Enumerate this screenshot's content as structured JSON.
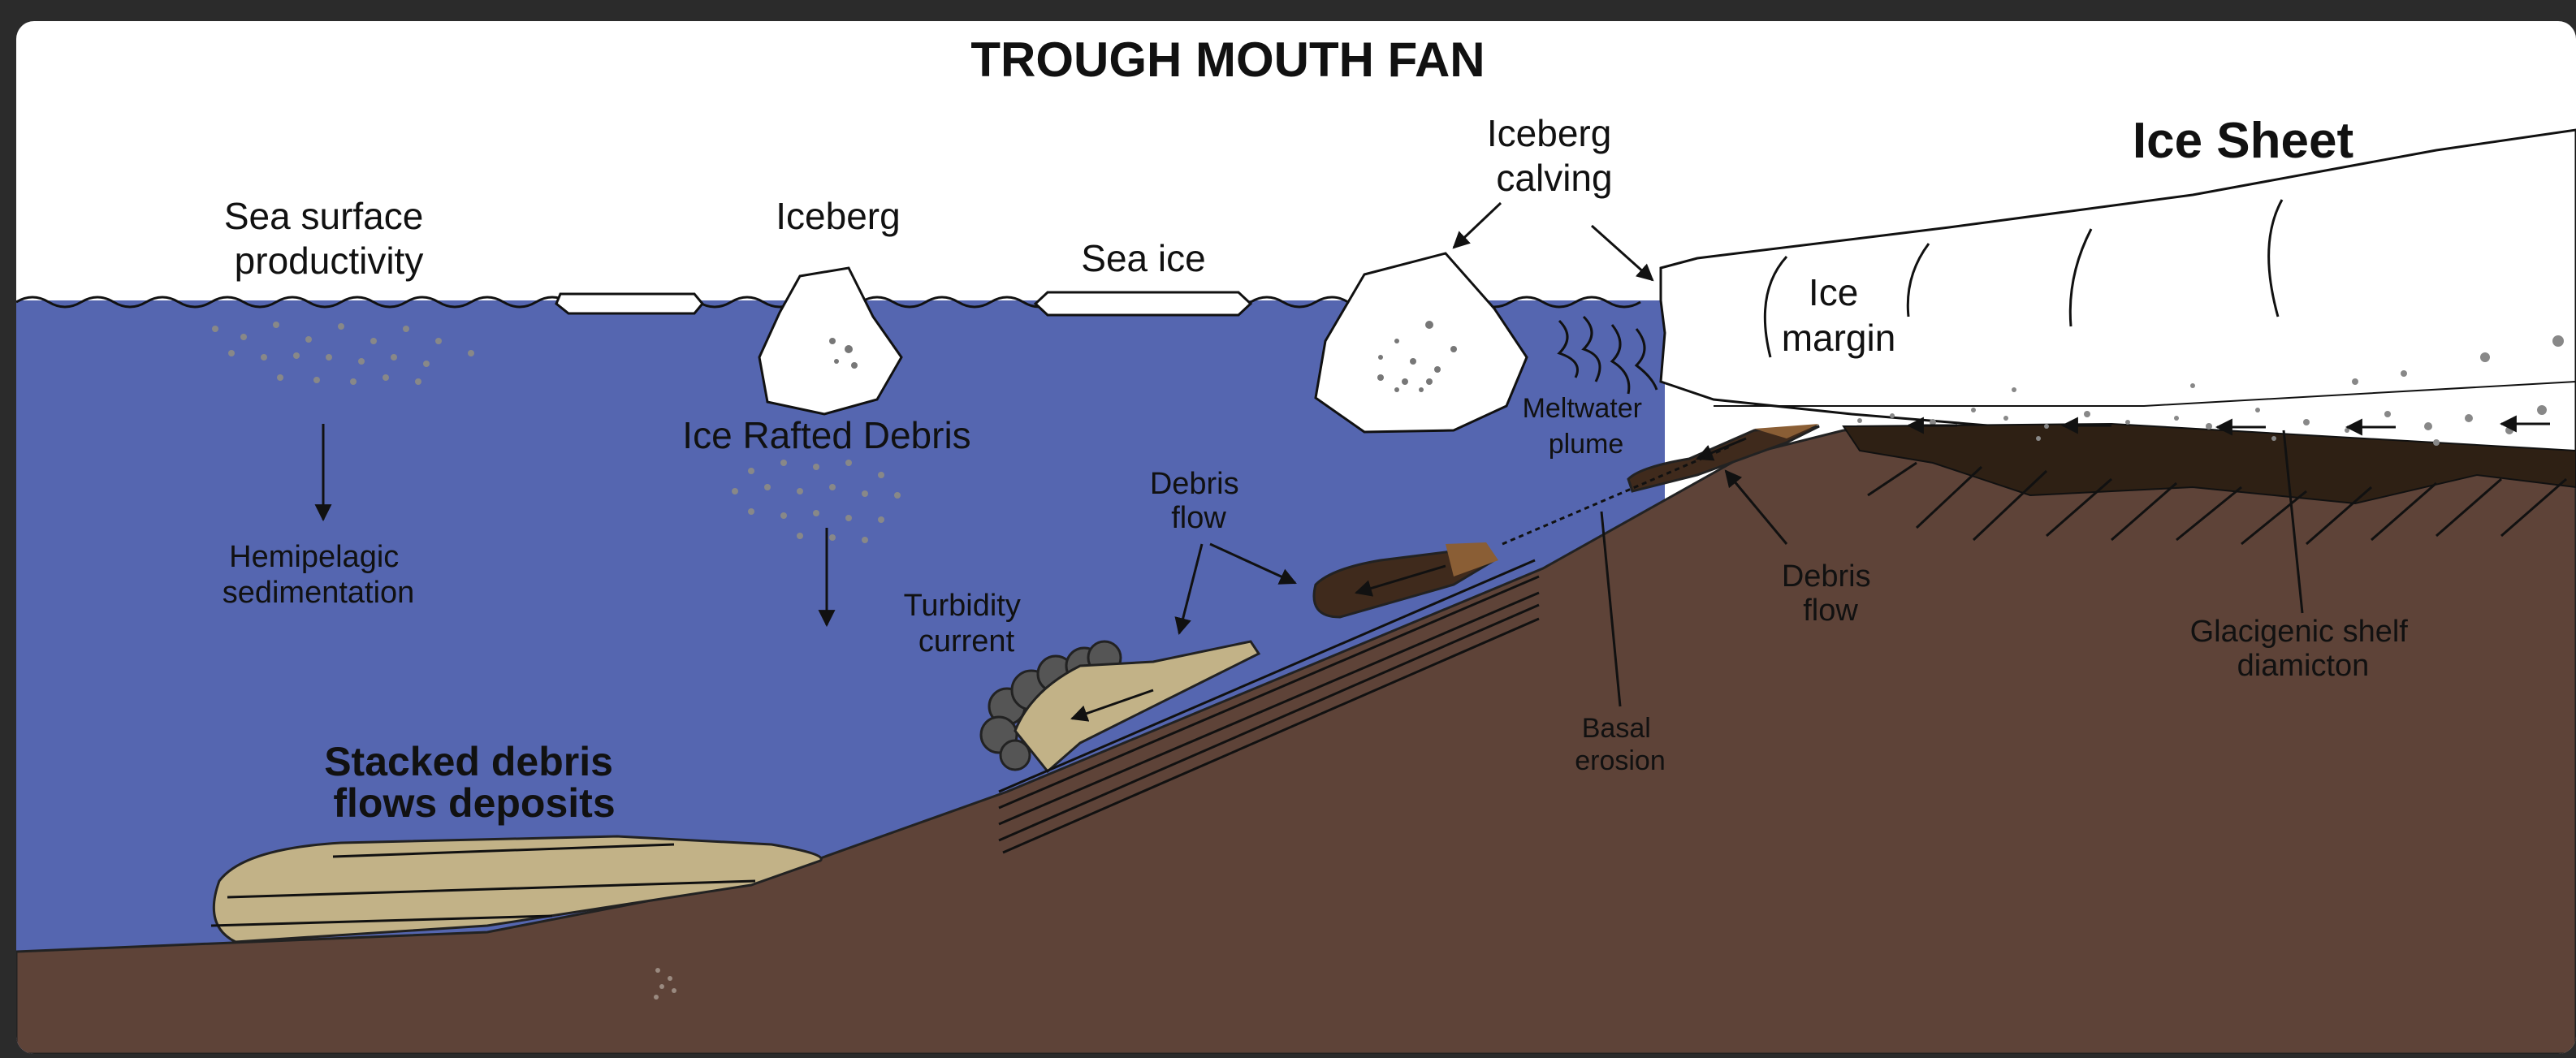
{
  "title": "TROUGH MOUTH FAN",
  "labels": {
    "ice_sheet": "Ice Sheet",
    "iceberg_calving": [
      "Iceberg",
      "calving"
    ],
    "sea_surface_productivity": [
      "Sea surface",
      "productivity"
    ],
    "iceberg": "Iceberg",
    "sea_ice": "Sea ice",
    "ice_margin": [
      "Ice",
      "margin"
    ],
    "meltwater_plume": [
      "Meltwater",
      "plume"
    ],
    "ice_rafted_debris": "Ice Rafted Debris",
    "hemipelagic_sedimentation": [
      "Hemipelagic",
      "sedimentation"
    ],
    "debris_flow_upper": [
      "Debris",
      "flow"
    ],
    "turbidity_current": [
      "Turbidity",
      "current"
    ],
    "debris_flow_right": [
      "Debris",
      "flow"
    ],
    "glacigenic_shelf_diamicton": [
      "Glacigenic shelf",
      "diamicton"
    ],
    "basal_erosion": [
      "Basal",
      "erosion"
    ],
    "stacked_debris": [
      "Stacked debris",
      "flows deposits"
    ]
  },
  "colors": {
    "frame": "#2b2b2b",
    "sky": "#ffffff",
    "sea": "#5566b0",
    "seabed": "#5e4338",
    "debris_light": "#c2b287",
    "debris_dark": "#3f2a1c",
    "debris_mid": "#8a5e35",
    "turbidity": "#555555",
    "particles": "#888888"
  }
}
